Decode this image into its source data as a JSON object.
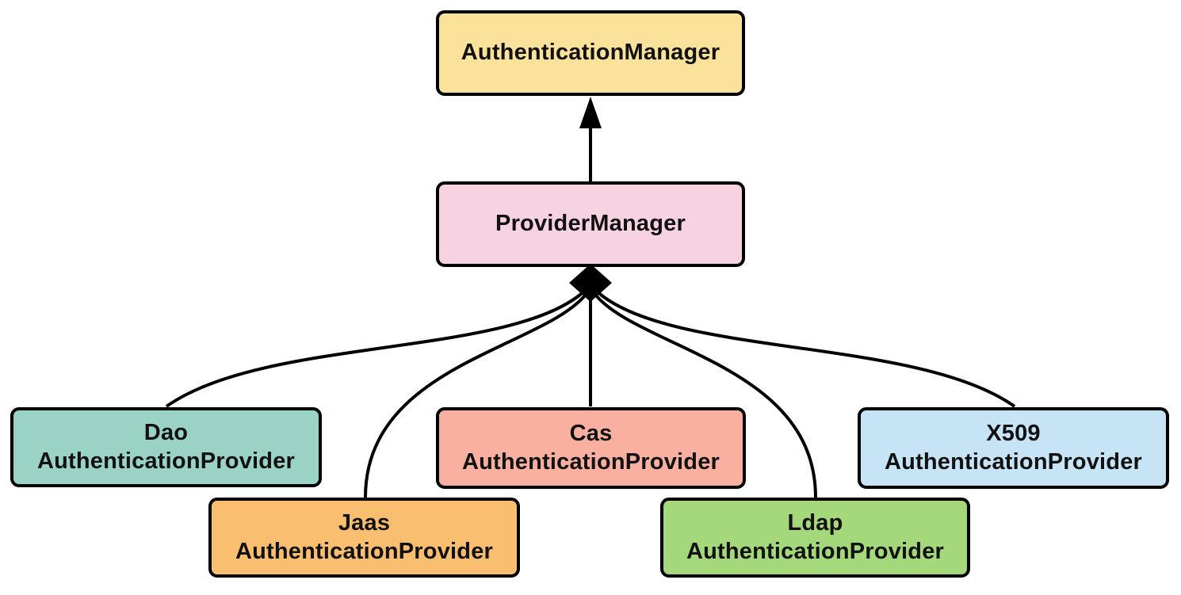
{
  "diagram": {
    "background_color": "#FFFFFF",
    "border_color": "#000000",
    "edge_color": "#000000",
    "text_color": "#111111",
    "nodes": {
      "authentication_manager": {
        "label": "AuthenticationManager",
        "fill": "#FAE29B"
      },
      "provider_manager": {
        "label": "ProviderManager",
        "fill": "#F7D3E1"
      },
      "dao": {
        "line1": "Dao",
        "line2": "AuthenticationProvider",
        "fill": "#9AD3C5"
      },
      "jaas": {
        "line1": "Jaas",
        "line2": "AuthenticationProvider",
        "fill": "#F9BE6F"
      },
      "cas": {
        "line1": "Cas",
        "line2": "AuthenticationProvider",
        "fill": "#F9B0A1"
      },
      "ldap": {
        "line1": "Ldap",
        "line2": "AuthenticationProvider",
        "fill": "#A5D87B"
      },
      "x509": {
        "line1": "X509",
        "line2": "AuthenticationProvider",
        "fill": "#C6E4F5"
      }
    },
    "edges": [
      {
        "from": "ProviderManager",
        "to": "AuthenticationManager",
        "type": "arrow"
      },
      {
        "from": "DaoAuthenticationProvider",
        "to": "ProviderManager",
        "type": "composition"
      },
      {
        "from": "JaasAuthenticationProvider",
        "to": "ProviderManager",
        "type": "composition"
      },
      {
        "from": "CasAuthenticationProvider",
        "to": "ProviderManager",
        "type": "composition"
      },
      {
        "from": "LdapAuthenticationProvider",
        "to": "ProviderManager",
        "type": "composition"
      },
      {
        "from": "X509AuthenticationProvider",
        "to": "ProviderManager",
        "type": "composition"
      }
    ]
  }
}
